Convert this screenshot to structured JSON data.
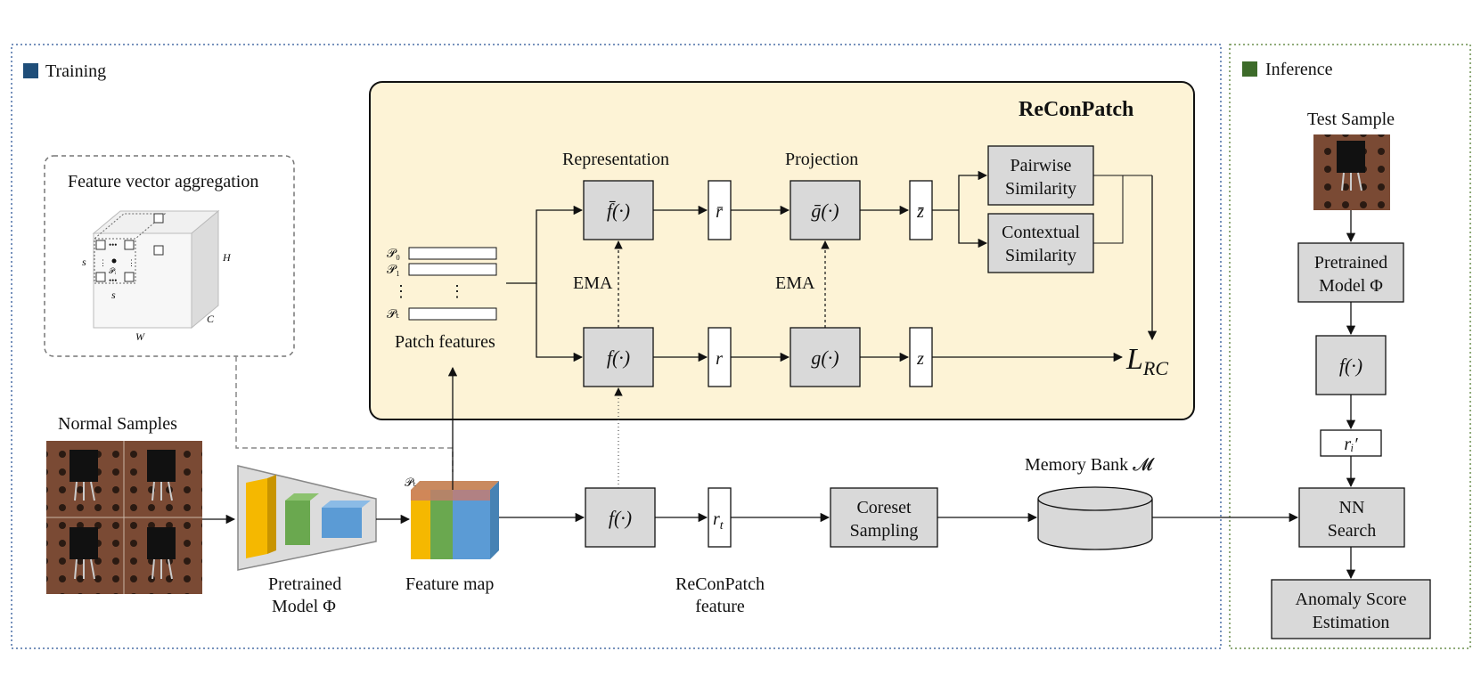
{
  "training": {
    "title": "Training",
    "color": "#1f4e79"
  },
  "inference": {
    "title": "Inference",
    "color": "#3d6b2a"
  },
  "reconpatch_panel": {
    "title": "ReConPatch",
    "bg": "#fdf3d6"
  },
  "aggregation": {
    "title": "Feature vector aggregation",
    "labels": {
      "H": "H",
      "C": "C",
      "W": "W",
      "s_left": "s",
      "s_bottom": "s",
      "p": "𝒫ᵢ"
    }
  },
  "normal_samples": {
    "label": "Normal Samples"
  },
  "pretrained_model": {
    "line1": "Pretrained",
    "line2": "Model Φ"
  },
  "feature_map": {
    "label": "Feature map",
    "pt": "𝒫ₜ"
  },
  "patch_features": {
    "label": "Patch features",
    "p0": "𝒫₀",
    "p1": "𝒫₁",
    "dots": "⋮",
    "pt": "𝒫ₜ"
  },
  "representation": {
    "title": "Representation",
    "f_bar": "f̄(·)",
    "r_bar": "r̄",
    "f": "f(·)",
    "r": "r"
  },
  "projection": {
    "title": "Projection",
    "g_bar": "ḡ(·)",
    "z_bar": "z̄",
    "g": "g(·)",
    "z": "z"
  },
  "ema_left": "EMA",
  "ema_right": "EMA",
  "pairwise": {
    "line1": "Pairwise",
    "line2": "Similarity"
  },
  "contextual": {
    "line1": "Contextual",
    "line2": "Similarity"
  },
  "loss": {
    "main": "L",
    "sub": "RC"
  },
  "bottom_flow": {
    "f": "f(·)",
    "rt_main": "r",
    "rt_sub": "t",
    "coreset1": "Coreset",
    "coreset2": "Sampling",
    "memory_bank": "Memory Bank 𝓜",
    "feature1": "ReConPatch",
    "feature2": "feature"
  },
  "inference_flow": {
    "test_sample": "Test Sample",
    "pretrained1": "Pretrained",
    "pretrained2": "Model Φ",
    "f": "f(·)",
    "ri": "rᵢ′",
    "nn1": "NN",
    "nn2": "Search",
    "anomaly1": "Anomaly Score",
    "anomaly2": "Estimation"
  },
  "colors": {
    "box_fill": "#d9d9d9",
    "yellow": "#f5b800",
    "green": "#6aa84f",
    "blue": "#5b9bd5",
    "sample_bg": "#7a4a34"
  }
}
